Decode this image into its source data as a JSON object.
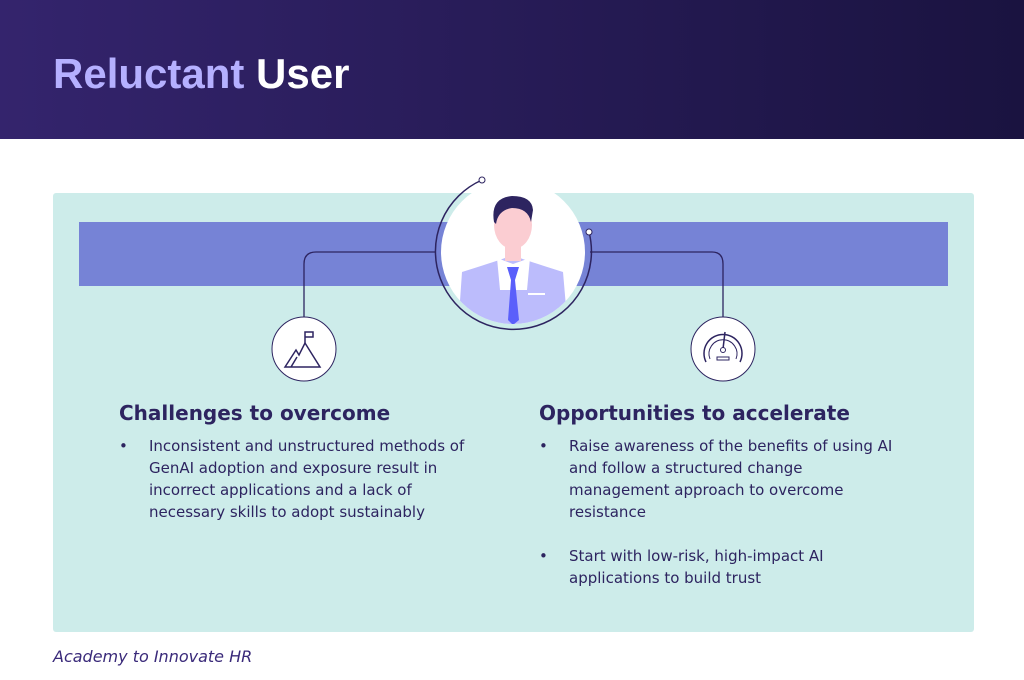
{
  "header": {
    "title_part1": "Reluctant",
    "title_part2": "User"
  },
  "challenges": {
    "heading": "Challenges to overcome",
    "items": [
      "Inconsistent and unstructured methods of GenAI adoption and exposure result in incorrect applications and a lack of necessary skills to adopt sustainably"
    ]
  },
  "opportunities": {
    "heading": "Opportunities to accelerate",
    "items": [
      "Raise awareness of the benefits of using AI and follow a structured change management approach to overcome resistance",
      "Start with low-risk, high-impact AI applications to build trust"
    ]
  },
  "footer": "Academy to Innovate HR",
  "icons": {
    "left": "mountain-flag-icon",
    "right": "speedometer-icon",
    "center": "businessman-avatar"
  }
}
